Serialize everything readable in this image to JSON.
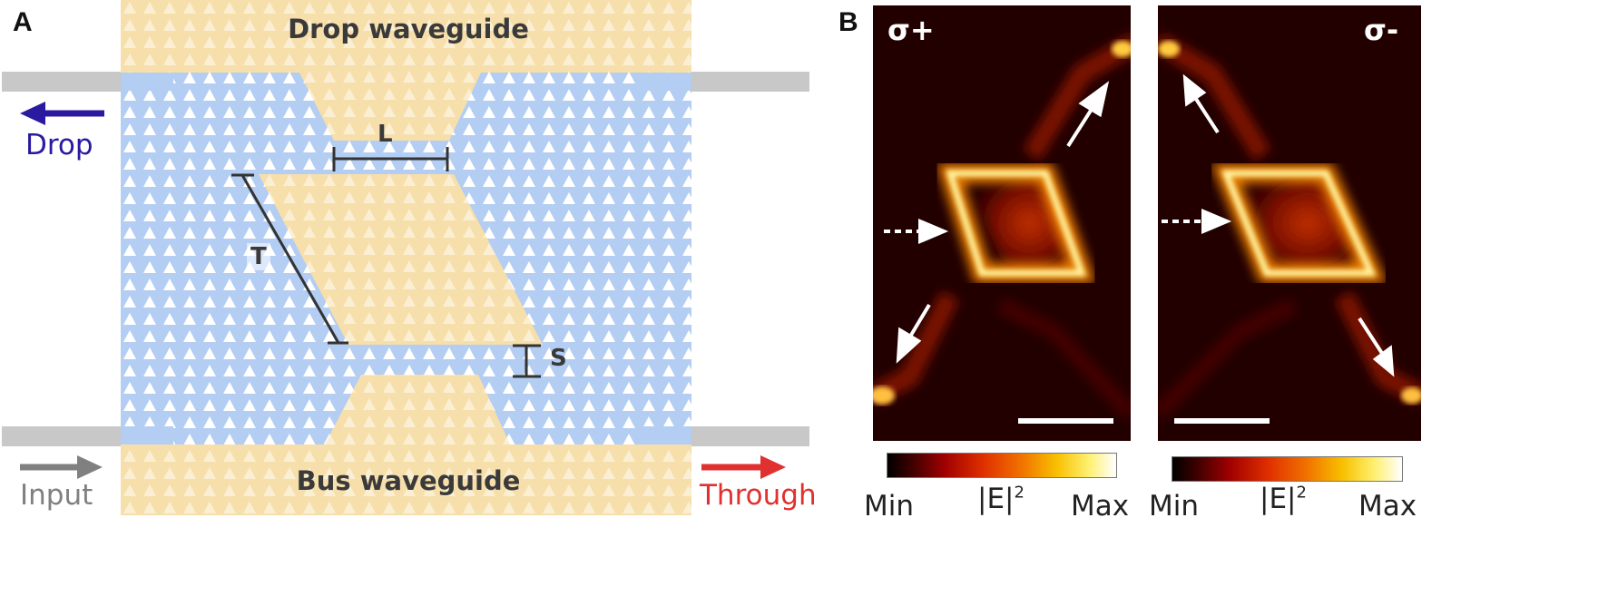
{
  "panel_a": {
    "letter": "A",
    "drop_waveguide_label": "Drop waveguide",
    "bus_waveguide_label": "Bus waveguide",
    "dim_L": "L",
    "dim_T": "T",
    "dim_S": "S",
    "port_drop": "Drop",
    "port_input": "Input",
    "port_through": "Through",
    "colors": {
      "waveguide_yellow": "#f7dfab",
      "crystal_blue": "#b3cdf3",
      "lead_gray": "#c8c8c8",
      "drop_arrow": "#2a1aa0",
      "input_arrow": "#808080",
      "through_arrow": "#e03030"
    }
  },
  "panel_b": {
    "letter": "B",
    "left_label": "σ+",
    "right_label": "σ-",
    "colorbar_min": "Min",
    "colorbar_max": "Max",
    "colorbar_quantity": "|E|",
    "colorbar_exponent": "2",
    "colormap": [
      "#000000",
      "#3a0000",
      "#a00000",
      "#e03000",
      "#f07000",
      "#f8c000",
      "#fff070",
      "#ffffff"
    ]
  }
}
